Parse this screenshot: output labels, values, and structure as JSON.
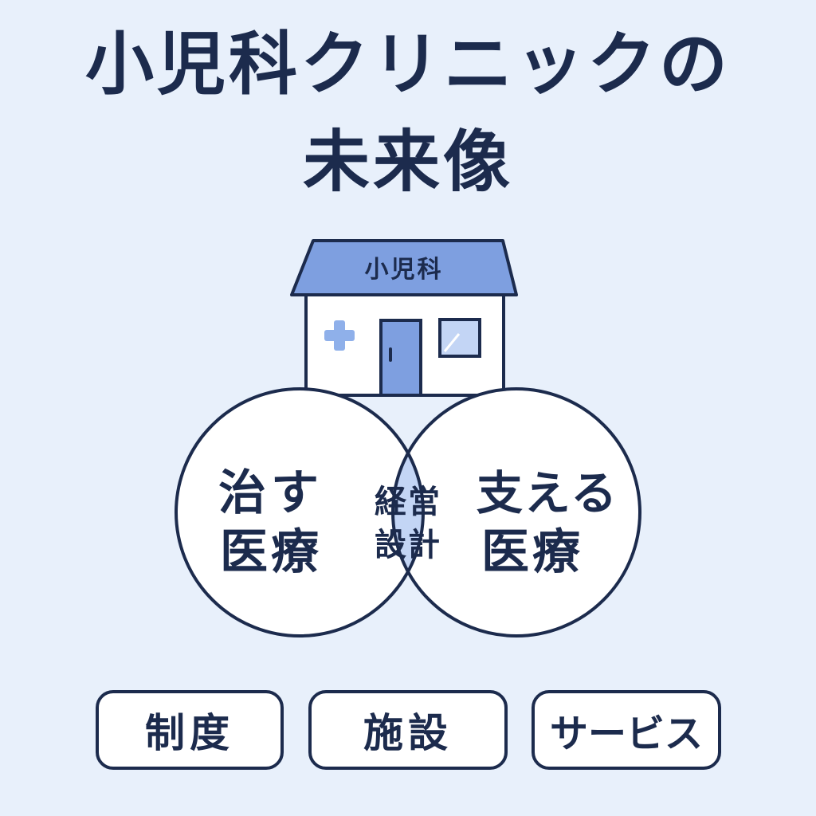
{
  "title": {
    "line1": "小児科クリニックの",
    "line2": "未来像"
  },
  "building": {
    "sign": "小児科"
  },
  "venn": {
    "left_line1": "治す",
    "left_line2": "医療",
    "center_line1": "経営",
    "center_line2": "設計",
    "right_line1": "支える",
    "right_line2": "医療"
  },
  "boxes": [
    {
      "label": "制度"
    },
    {
      "label": "施設"
    },
    {
      "label": "サービス"
    }
  ],
  "colors": {
    "background": "#e8f0fb",
    "navy": "#1c2b4d",
    "roof": "#7e9fe0",
    "accent": "#8fb0ea",
    "overlap": "#c3d5f5",
    "white": "#ffffff"
  }
}
